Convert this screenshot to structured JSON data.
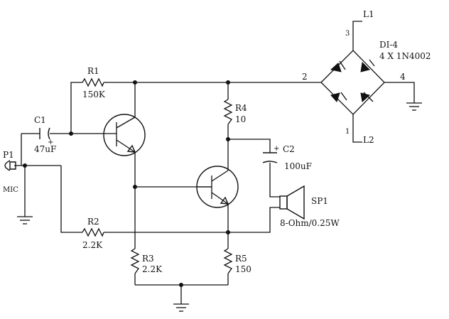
{
  "components": {
    "r1": {
      "ref": "R1",
      "value": "150K"
    },
    "r2": {
      "ref": "R2",
      "value": "2.2K"
    },
    "r3": {
      "ref": "R3",
      "value": "2.2K"
    },
    "r4": {
      "ref": "R4",
      "value": "10"
    },
    "r5": {
      "ref": "R5",
      "value": "150"
    },
    "c1": {
      "ref": "C1",
      "value": "47uF",
      "polarity": "+"
    },
    "c2": {
      "ref": "C2",
      "value": "100uF",
      "polarity": "+"
    },
    "p1": {
      "ref": "P1",
      "value": "MIC"
    },
    "sp1": {
      "ref": "SP1",
      "value": "8-Ohm/0.25W"
    },
    "bridge": {
      "ref": "DI-4",
      "value": "4 X 1N4002"
    }
  },
  "pins": {
    "l1": "L1",
    "l2": "L2",
    "pin1": "1",
    "pin2": "2",
    "pin3": "3",
    "pin4": "4"
  }
}
